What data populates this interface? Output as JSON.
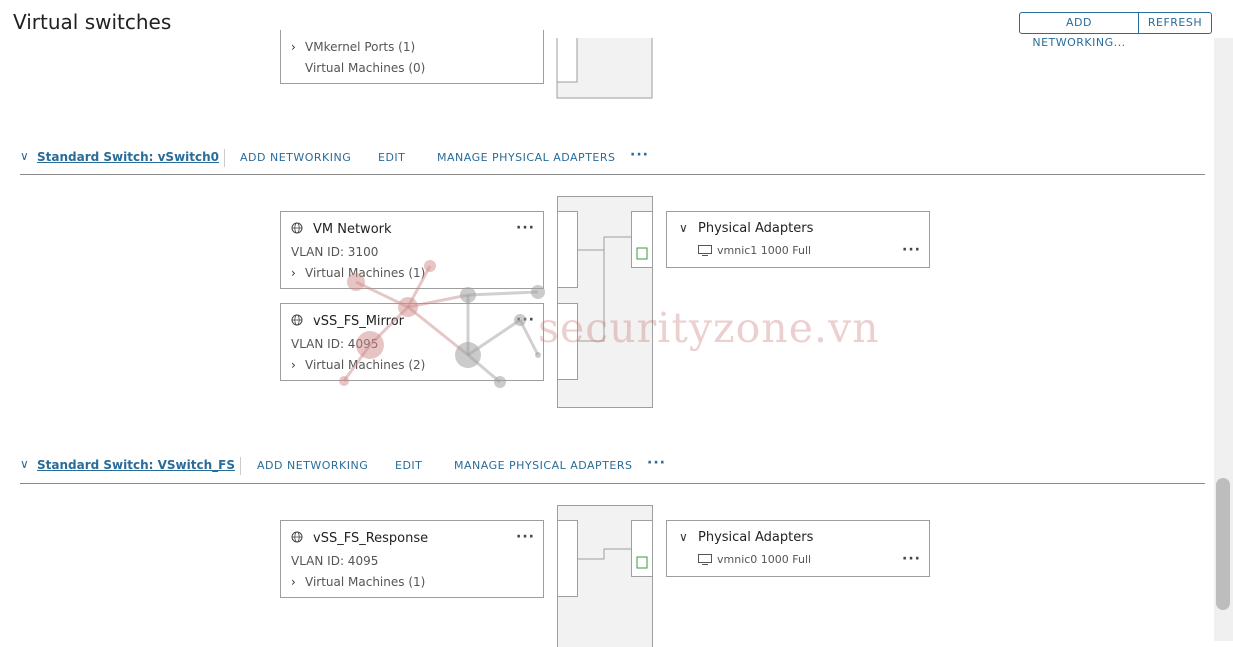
{
  "page": {
    "title": "Virtual switches",
    "add_networking_button": "ADD NETWORKING...",
    "refresh_button": "REFRESH"
  },
  "partial_switch": {
    "vmkernel_ports": "VMkernel Ports (1)",
    "virtual_machines": "Virtual Machines (0)"
  },
  "switches": [
    {
      "name": "Standard Switch: vSwitch0",
      "actions": {
        "add": "ADD NETWORKING",
        "edit": "EDIT",
        "manage": "MANAGE PHYSICAL ADAPTERS",
        "more": "···"
      },
      "port_groups": [
        {
          "name": "VM Network",
          "vlan": "VLAN ID: 3100",
          "vms": "Virtual Machines (1)"
        },
        {
          "name": "vSS_FS_Mirror",
          "vlan": "VLAN ID: 4095",
          "vms": "Virtual Machines (2)"
        }
      ],
      "physical_adapters": {
        "title": "Physical Adapters",
        "nic": "vmnic1 1000 Full"
      }
    },
    {
      "name": "Standard Switch: VSwitch_FS",
      "actions": {
        "add": "ADD NETWORKING",
        "edit": "EDIT",
        "manage": "MANAGE PHYSICAL ADAPTERS",
        "more": "···"
      },
      "port_groups": [
        {
          "name": "vSS_FS_Response",
          "vlan": "VLAN ID: 4095",
          "vms": "Virtual Machines (1)"
        }
      ],
      "physical_adapters": {
        "title": "Physical Adapters",
        "nic": "vmnic0 1000 Full"
      }
    }
  ],
  "more_dots": "···",
  "watermark": "securityzone.vn",
  "colors": {
    "accent": "#2a6c99",
    "border": "#9e9e9e",
    "uplink": "#3a9a3a"
  }
}
